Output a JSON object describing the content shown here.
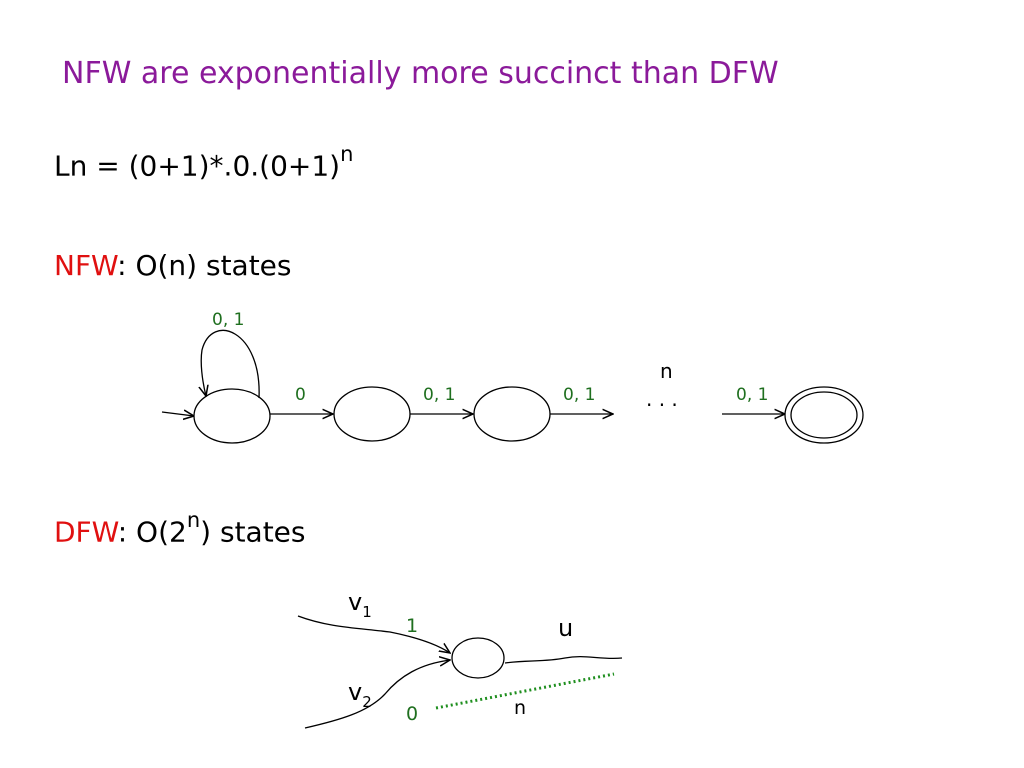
{
  "title": "NFW are exponentially more succinct than DFW",
  "language": {
    "lhs": "Ln = (0+1)*.0.(0+1)",
    "exponent": "n"
  },
  "nfw": {
    "label": "NFW",
    "rest": ": O(n) states",
    "edges": {
      "loop": "0, 1",
      "first": "0",
      "second": "0, 1",
      "third": "0, 1",
      "last": "0, 1"
    },
    "dots": ". . .",
    "dots_label": "n"
  },
  "dfw": {
    "label": "DFW",
    "rest_prefix": ": O(2",
    "exponent": "n",
    "rest_suffix": ") states",
    "diagram": {
      "v1_base": "v",
      "v1_sub": "1",
      "v2_base": "v",
      "v2_sub": "2",
      "edge_1": "1",
      "edge_0": "0",
      "u": "u",
      "n": "n"
    }
  },
  "colors": {
    "title": "#8b1a9a",
    "highlight": "#e01010",
    "edge_label": "#1f6f1f"
  }
}
